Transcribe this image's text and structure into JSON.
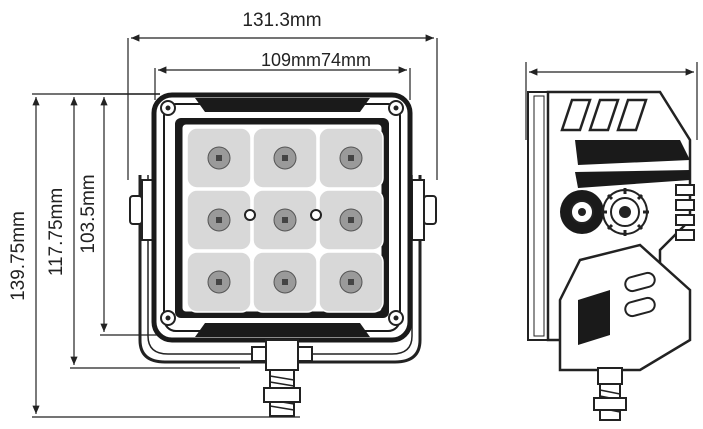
{
  "dimensions": {
    "overall_width": "131.3mm",
    "inner_width": "109mm74mm",
    "overall_height": "139.75mm",
    "mid_height": "117.75mm",
    "body_height": "103.5mm"
  },
  "colors": {
    "line": "#222222",
    "dark": "#1a1a1a",
    "lens": "#d8d8d8",
    "led": "#9a9a9a"
  }
}
